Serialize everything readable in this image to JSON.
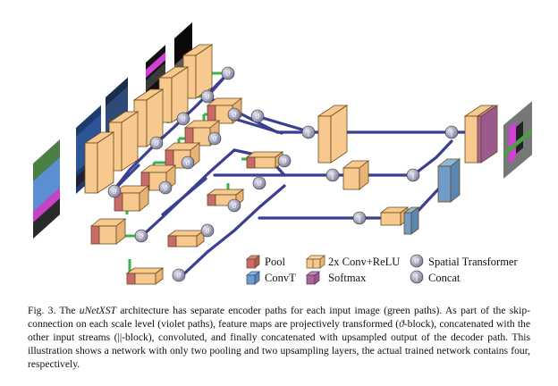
{
  "legend": {
    "pool": "Pool",
    "conv": "2x Conv+ReLU",
    "spatial": "Spatial Transformer",
    "convt": "ConvT",
    "softmax": "Softmax",
    "concat": "Concat",
    "theta": "ϑ",
    "bars": "||"
  },
  "caption": {
    "fig_label": "Fig. 3.",
    "text_before": " The ",
    "net_name": "uNetXST",
    "text_mid": " architecture has separate encoder paths for each input image (green paths). As part of the skip-connection on each scale level (violet paths), feature maps are projectively transformed (",
    "theta": "ϑ",
    "text_mid2": "-block), concatenated with the other input streams (||-block), convoluted, and finally concatenated with upsampled output of the decoder path. This illustration shows a network with only two pooling and two upsampling layers, the actual trained network contains four, respectively."
  },
  "colors": {
    "conv": "#f7c98f",
    "pool": "#c96b6b",
    "convt": "#6f9cc9",
    "softmax": "#a9659a",
    "encoder_path": "#3bb34a",
    "skip_path": "#3a3f8f",
    "node": "#9a9ab6"
  }
}
